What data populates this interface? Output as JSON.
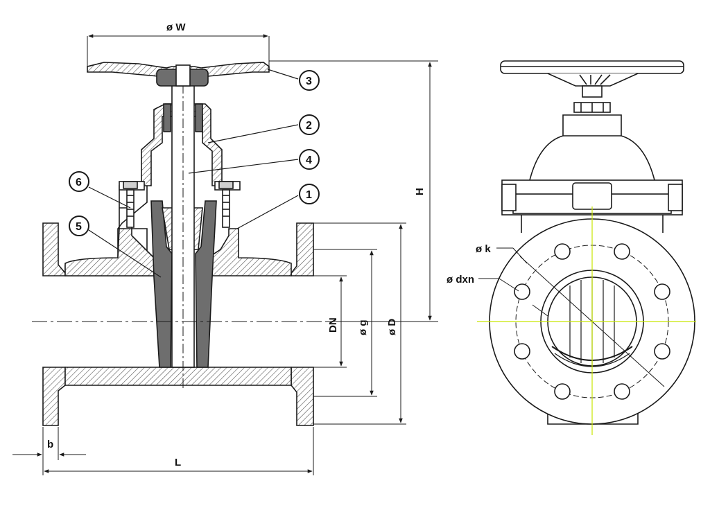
{
  "colors": {
    "line": "#1a1a1a",
    "hatch": "#555555",
    "seal": "#6e6e6e",
    "centerline_right": "#c8e600",
    "background": "#ffffff"
  },
  "dimensions": {
    "handwheel_diameter": "ø W",
    "height": "H",
    "nominal_diameter": "DN",
    "raised_face_diameter": "ø g",
    "flange_diameter": "ø D",
    "flange_thickness": "b",
    "length": "L",
    "bolt_circle_diameter": "ø k",
    "bolt_holes": "ø dxn"
  },
  "callouts": [
    "1",
    "2",
    "3",
    "4",
    "5",
    "6"
  ]
}
